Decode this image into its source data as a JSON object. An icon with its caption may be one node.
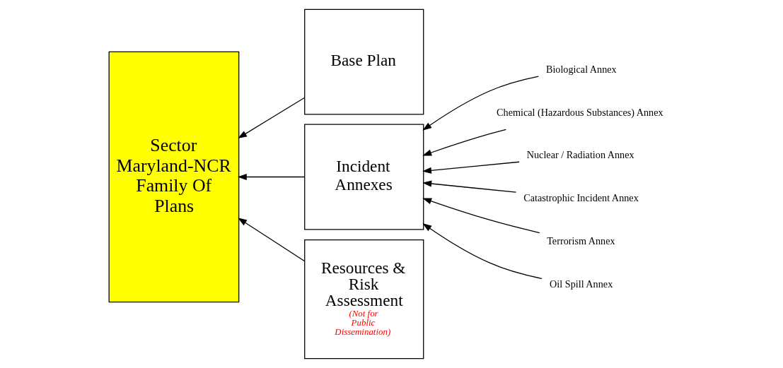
{
  "diagram": {
    "nodes": [
      {
        "text": [
          "Sector Maryland-NCR Family Of Plans"
        ]
      },
      {
        "text": [
          "Base Plan"
        ]
      },
      {
        "text": [
          "Incident Annexes"
        ]
      },
      {
        "text": [
          "Resources & Risk Assessment",
          "(Not for Public Dissemination)"
        ]
      },
      {
        "text": [
          "Biological Annex"
        ]
      },
      {
        "text": [
          "Chemical (Hazardous Substances) Annex"
        ]
      },
      {
        "text": [
          "Nuclear / Radiation Annex"
        ]
      },
      {
        "text": [
          "Catastrophic Incident Annex"
        ]
      },
      {
        "text": [
          "Terrorism Annex"
        ]
      },
      {
        "text": [
          "Oil Spill Annex"
        ]
      }
    ],
    "edges": [
      {
        "from": 1,
        "to": 0,
        "arrow": "to"
      },
      {
        "from": 2,
        "to": 0,
        "arrow": "to"
      },
      {
        "from": 3,
        "to": 0,
        "arrow": "to"
      },
      {
        "from": 4,
        "to": 2,
        "arrow": "to"
      },
      {
        "from": 5,
        "to": 2,
        "arrow": "to"
      },
      {
        "from": 6,
        "to": 2,
        "arrow": "to"
      },
      {
        "from": 7,
        "to": 2,
        "arrow": "to"
      },
      {
        "from": 8,
        "to": 2,
        "arrow": "to"
      },
      {
        "from": 9,
        "to": 2,
        "arrow": "to"
      }
    ]
  }
}
